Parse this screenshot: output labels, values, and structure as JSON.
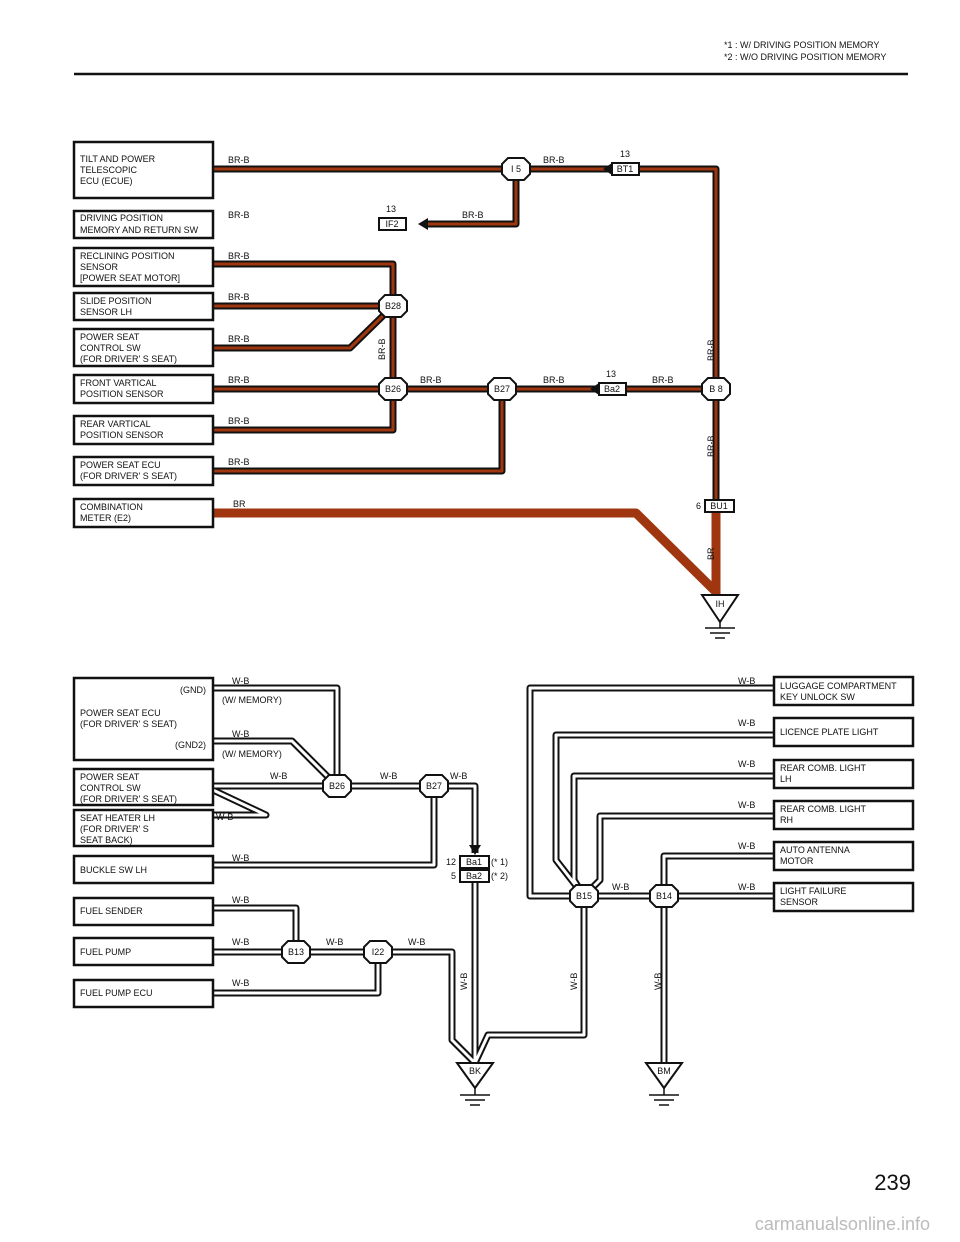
{
  "notes": [
    "*1  : W/ DRIVING POSITION MEMORY",
    "*2  : W/O DRIVING POSITION MEMORY"
  ],
  "page_number": "239",
  "watermark": "carmanualsonline.info",
  "colors": {
    "br_wire": "#a0360f",
    "wire_stroke": "#111111",
    "wb_fill": "#ffffff"
  },
  "top_components": [
    {
      "id": "tilt",
      "lines": [
        "TILT AND POWER",
        "TELESCOPIC",
        "ECU (ECUE)"
      ],
      "wire": "BR-B"
    },
    {
      "id": "drv-mem",
      "lines": [
        "DRIVING POSITION",
        "MEMORY AND RETURN SW"
      ],
      "wire": "BR-B"
    },
    {
      "id": "recl",
      "lines": [
        "RECLINING POSITION",
        "SENSOR",
        "[POWER SEAT MOTOR]"
      ],
      "wire": "BR-B"
    },
    {
      "id": "slide",
      "lines": [
        "SLIDE POSITION",
        "SENSOR LH"
      ],
      "wire": "BR-B"
    },
    {
      "id": "pwr-sw",
      "lines": [
        "POWER SEAT",
        "CONTROL SW",
        "(FOR DRIVER' S SEAT)"
      ],
      "wire": "BR-B"
    },
    {
      "id": "front-v",
      "lines": [
        "FRONT VARTICAL",
        "POSITION SENSOR"
      ],
      "wire": "BR-B"
    },
    {
      "id": "rear-v",
      "lines": [
        "REAR VARTICAL",
        "POSITION SENSOR"
      ],
      "wire": "BR-B"
    },
    {
      "id": "pwr-ecu",
      "lines": [
        "POWER SEAT ECU",
        "(FOR DRIVER' S SEAT)"
      ],
      "wire": "BR-B"
    },
    {
      "id": "comb",
      "lines": [
        "COMBINATION",
        "METER (E2)"
      ],
      "wire": "BR"
    }
  ],
  "top_junctions": [
    "I 5",
    "B28",
    "B26",
    "B27",
    "B 8"
  ],
  "top_connectors": [
    {
      "name": "BT1",
      "pin": "13"
    },
    {
      "name": "IF2",
      "pin": "13"
    },
    {
      "name": "Ba2",
      "pin": "13"
    },
    {
      "name": "BU1",
      "pin": "6"
    }
  ],
  "top_wire_labels": {
    "brb": "BR-B",
    "br": "BR"
  },
  "top_ground": "IH",
  "bottom_left_components": [
    {
      "id": "pwr-ecu2",
      "lines": [
        "POWER SEAT ECU",
        "(FOR DRIVER' S SEAT)"
      ],
      "gnd": "(GND)",
      "gnd2": "(GND2)"
    },
    {
      "id": "pwr-sw2",
      "lines": [
        "POWER SEAT",
        "CONTROL SW",
        "(FOR DRIVER' S SEAT)"
      ]
    },
    {
      "id": "heater",
      "lines": [
        "SEAT HEATER LH",
        "(FOR DRIVER' S",
        "  SEAT BACK)"
      ]
    },
    {
      "id": "buckle",
      "lines": [
        "BUCKLE SW LH"
      ]
    },
    {
      "id": "fuel-sender",
      "lines": [
        "FUEL SENDER"
      ]
    },
    {
      "id": "fuel-pump",
      "lines": [
        "FUEL PUMP"
      ]
    },
    {
      "id": "fuel-pump-ecu",
      "lines": [
        "FUEL PUMP ECU"
      ]
    }
  ],
  "bottom_right_components": [
    {
      "id": "luggage",
      "lines": [
        "LUGGAGE COMPARTMENT",
        "KEY UNLOCK SW"
      ]
    },
    {
      "id": "licence",
      "lines": [
        "LICENCE PLATE LIGHT"
      ]
    },
    {
      "id": "rear-lh",
      "lines": [
        "REAR COMB.  LIGHT",
        "LH"
      ]
    },
    {
      "id": "rear-rh",
      "lines": [
        "REAR COMB.  LIGHT",
        "RH"
      ]
    },
    {
      "id": "antenna",
      "lines": [
        "AUTO ANTENNA",
        "MOTOR"
      ]
    },
    {
      "id": "light-fail",
      "lines": [
        "LIGHT FAILURE",
        "SENSOR"
      ]
    }
  ],
  "bottom_junctions": [
    "B26",
    "B27",
    "B13",
    "I22",
    "B15",
    "B14"
  ],
  "bottom_connectors": [
    {
      "name": "Ba1",
      "pin": "12",
      "note": "(* 1)"
    },
    {
      "name": "Ba2",
      "pin": "5",
      "note": "(* 2)"
    }
  ],
  "bottom_wire_labels": {
    "wb": "W-B",
    "memory": "(W/ MEMORY)"
  },
  "bottom_grounds": [
    "BK",
    "BM"
  ]
}
